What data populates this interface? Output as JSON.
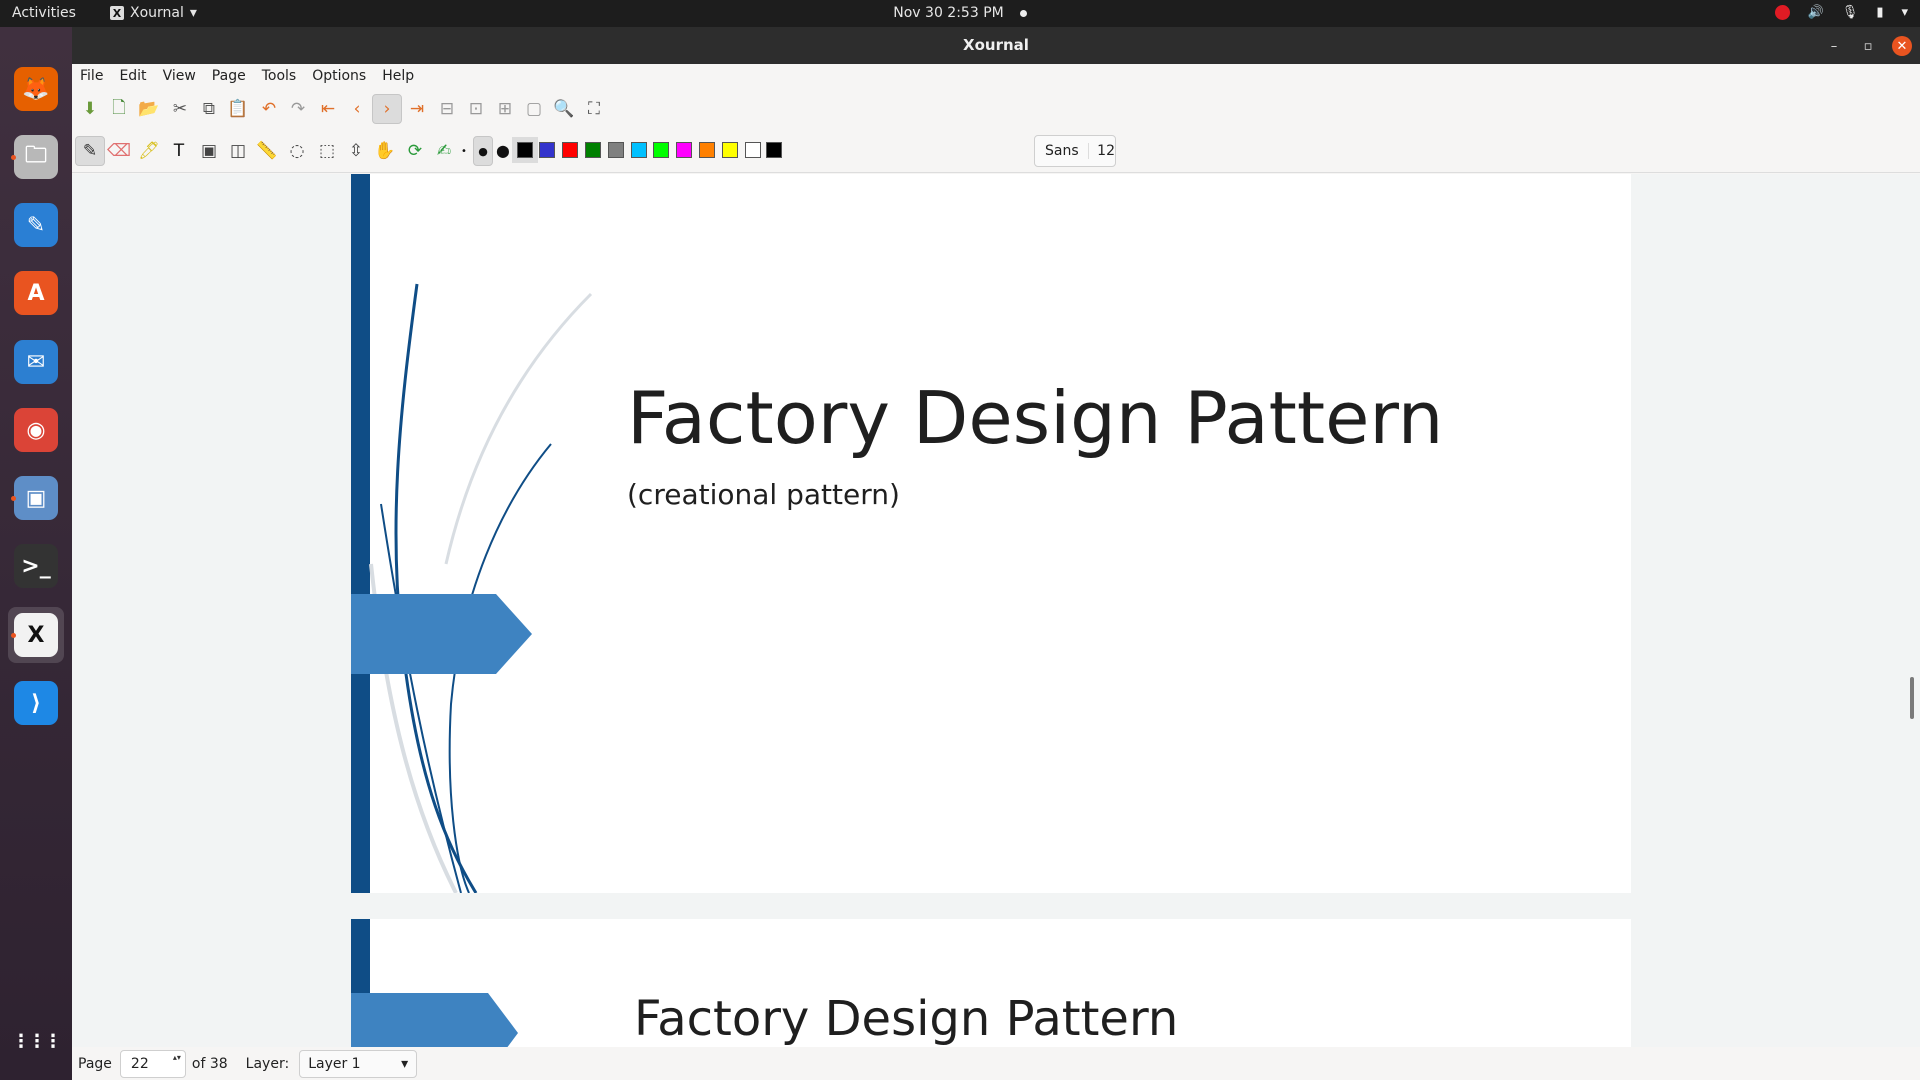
{
  "topbar": {
    "activities": "Activities",
    "app_name": "Xournal",
    "app_icon_glyph": "X",
    "clock": "Nov 30  2:53 PM",
    "tray_volume": "🔊",
    "tray_mic": "🎙",
    "tray_battery": "▮",
    "dropdown_glyph": "▾"
  },
  "dock": {
    "items": [
      {
        "name": "firefox",
        "glyph": "🦊",
        "color": "#e66000"
      },
      {
        "name": "files",
        "glyph": "🗀",
        "color": "#b8b8b8"
      },
      {
        "name": "libreoffice-writer",
        "glyph": "✎",
        "color": "#2a7fd4"
      },
      {
        "name": "software-center",
        "glyph": "A",
        "color": "#e95420"
      },
      {
        "name": "thunderbird",
        "glyph": "✉",
        "color": "#2c7fd1"
      },
      {
        "name": "chrome",
        "glyph": "◉",
        "color": "#db4437"
      },
      {
        "name": "screenshot-tool",
        "glyph": "▣",
        "color": "#5e8ec7"
      },
      {
        "name": "terminal",
        "glyph": ">_",
        "color": "#333333"
      },
      {
        "name": "xournal",
        "glyph": "X",
        "color": "#f2f2f2"
      },
      {
        "name": "vscode",
        "glyph": "⟩",
        "color": "#1e88e5"
      }
    ],
    "show_apps_glyph": "⋮⋮⋮"
  },
  "window": {
    "title": "Xournal",
    "minimize_glyph": "–",
    "maximize_glyph": "▫",
    "close_glyph": "✕"
  },
  "menubar": [
    "File",
    "Edit",
    "View",
    "Page",
    "Tools",
    "Options",
    "Help"
  ],
  "toolbar1": [
    {
      "name": "save-icon",
      "glyph": "⬇",
      "color": "#6a9a3a"
    },
    {
      "name": "new-icon",
      "glyph": "🗋",
      "color": "#4a8a3a"
    },
    {
      "name": "open-icon",
      "glyph": "📂",
      "color": "#d07020"
    },
    {
      "name": "cut-icon",
      "glyph": "✂",
      "color": "#555555"
    },
    {
      "name": "copy-icon",
      "glyph": "⧉",
      "color": "#555555"
    },
    {
      "name": "paste-icon",
      "glyph": "📋",
      "color": "#555555"
    },
    {
      "name": "undo-icon",
      "glyph": "↶",
      "color": "#e0702a"
    },
    {
      "name": "redo-icon",
      "glyph": "↷",
      "color": "#999999"
    },
    {
      "name": "first-page-icon",
      "glyph": "⇤",
      "color": "#e0702a"
    },
    {
      "name": "previous-page-icon",
      "glyph": "‹",
      "color": "#e0702a"
    },
    {
      "name": "next-page-icon",
      "glyph": "›",
      "color": "#e0702a"
    },
    {
      "name": "last-page-icon",
      "glyph": "⇥",
      "color": "#e0702a"
    },
    {
      "name": "zoom-out-icon",
      "glyph": "⊟",
      "color": "#999999"
    },
    {
      "name": "zoom-fit-icon",
      "glyph": "⊡",
      "color": "#999999"
    },
    {
      "name": "zoom-in-icon",
      "glyph": "⊞",
      "color": "#999999"
    },
    {
      "name": "zoom-normal-icon",
      "glyph": "▢",
      "color": "#999999"
    },
    {
      "name": "zoom-search-icon",
      "glyph": "🔍",
      "color": "#333333"
    },
    {
      "name": "fullscreen-icon",
      "glyph": "⛶",
      "color": "#555555"
    }
  ],
  "toolbar2_tools": [
    {
      "name": "pen-tool-icon",
      "glyph": "✎",
      "color": "#333333",
      "pressed": true
    },
    {
      "name": "eraser-tool-icon",
      "glyph": "⌫",
      "color": "#e07070"
    },
    {
      "name": "highlighter-tool-icon",
      "glyph": "🖊",
      "color": "#d8c020"
    },
    {
      "name": "text-tool-icon",
      "glyph": "T",
      "color": "#111111"
    },
    {
      "name": "image-tool-icon",
      "glyph": "▣",
      "color": "#444444"
    },
    {
      "name": "shape-recognizer-icon",
      "glyph": "◫",
      "color": "#444444"
    },
    {
      "name": "ruler-tool-icon",
      "glyph": "📏",
      "color": "#c8a020"
    },
    {
      "name": "lasso-select-icon",
      "glyph": "◌",
      "color": "#444444"
    },
    {
      "name": "rect-select-icon",
      "glyph": "⬚",
      "color": "#444444"
    },
    {
      "name": "vertical-space-icon",
      "glyph": "⇳",
      "color": "#444444"
    },
    {
      "name": "hand-tool-icon",
      "glyph": "✋",
      "color": "#444444"
    },
    {
      "name": "default-pen-icon",
      "glyph": "⟳",
      "color": "#2a9a3a"
    },
    {
      "name": "pen-settings-icon",
      "glyph": "✍",
      "color": "#2a9a3a"
    },
    {
      "name": "thin-line-icon",
      "glyph": "•",
      "color": "#111111"
    },
    {
      "name": "medium-line-icon",
      "glyph": "●",
      "color": "#111111",
      "pressed": true
    },
    {
      "name": "thick-line-icon",
      "glyph": "⬤",
      "color": "#111111"
    }
  ],
  "colors": [
    {
      "name": "black",
      "hex": "#000000",
      "pressed": true
    },
    {
      "name": "blue",
      "hex": "#3333cc"
    },
    {
      "name": "red",
      "hex": "#ff0000"
    },
    {
      "name": "green",
      "hex": "#008000"
    },
    {
      "name": "gray",
      "hex": "#808080"
    },
    {
      "name": "light-blue",
      "hex": "#00c0ff"
    },
    {
      "name": "light-green",
      "hex": "#00ff00"
    },
    {
      "name": "magenta",
      "hex": "#ff00ff"
    },
    {
      "name": "orange",
      "hex": "#ff8000"
    },
    {
      "name": "yellow",
      "hex": "#ffff00"
    },
    {
      "name": "white",
      "hex": "#ffffff"
    },
    {
      "name": "black-current",
      "hex": "#000000"
    }
  ],
  "font": {
    "name": "Sans",
    "size": "12"
  },
  "document": {
    "page1": {
      "title": "Factory Design Pattern",
      "subtitle": "(creational pattern)"
    },
    "page2": {
      "title": "Factory Design Pattern"
    },
    "accent_dark": "#0f4d86",
    "accent_light": "#3e83c1"
  },
  "statusbar": {
    "page_label": "Page",
    "page_value": "22",
    "of_label": "of 38",
    "layer_label": "Layer:",
    "layer_value": "Layer 1",
    "spin_glyph": "▴▾",
    "select_glyph": "▾"
  }
}
